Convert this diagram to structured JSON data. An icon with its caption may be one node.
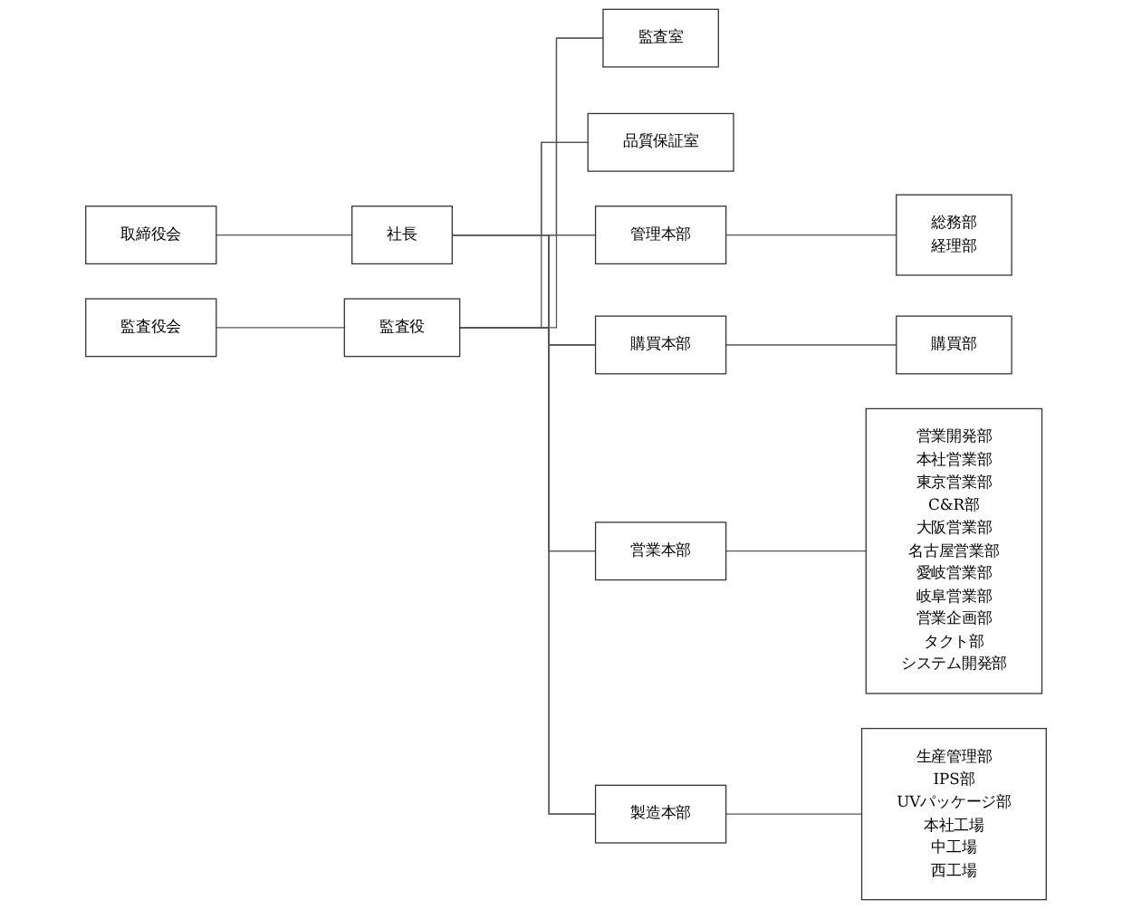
{
  "diagram": {
    "nodes": [
      {
        "text": [
          "取締役会"
        ]
      },
      {
        "text": [
          "社長"
        ]
      },
      {
        "text": [
          "監査役会"
        ]
      },
      {
        "text": [
          "監査役"
        ]
      },
      {
        "text": [
          "監査室"
        ]
      },
      {
        "text": [
          "品質保証室"
        ]
      },
      {
        "text": [
          "管理本部"
        ]
      },
      {
        "text": [
          "購買本部"
        ]
      },
      {
        "text": [
          "営業本部"
        ]
      },
      {
        "text": [
          "製造本部"
        ]
      },
      {
        "text": [
          "総務部",
          "経理部"
        ]
      },
      {
        "text": [
          "購買部"
        ]
      },
      {
        "text": [
          "営業開発部",
          "本社営業部",
          "東京営業部",
          "C&R部",
          "大阪営業部",
          "名古屋営業部",
          "愛岐営業部",
          "岐阜営業部",
          "営業企画部",
          "タクト部",
          "システム開発部"
        ]
      },
      {
        "text": [
          "生産管理部",
          "IPS部",
          "UVパッケージ部",
          "本社工場",
          "中工場",
          "西工場"
        ]
      }
    ],
    "edges": [
      {
        "from": 0,
        "to": 1,
        "arrow": "none"
      },
      {
        "from": 2,
        "to": 3,
        "arrow": "none"
      },
      {
        "from": 1,
        "to": 4,
        "arrow": "none"
      },
      {
        "from": 1,
        "to": 5,
        "arrow": "none"
      },
      {
        "from": 1,
        "to": 6,
        "arrow": "none"
      },
      {
        "from": 1,
        "to": 7,
        "arrow": "none"
      },
      {
        "from": 1,
        "to": 8,
        "arrow": "none"
      },
      {
        "from": 1,
        "to": 9,
        "arrow": "none"
      },
      {
        "from": 3,
        "to": 4,
        "arrow": "none"
      },
      {
        "from": 3,
        "to": 5,
        "arrow": "none"
      },
      {
        "from": 3,
        "to": 6,
        "arrow": "none"
      },
      {
        "from": 3,
        "to": 7,
        "arrow": "none"
      },
      {
        "from": 3,
        "to": 8,
        "arrow": "none"
      },
      {
        "from": 3,
        "to": 9,
        "arrow": "none"
      },
      {
        "from": 6,
        "to": 10,
        "arrow": "none"
      },
      {
        "from": 7,
        "to": 11,
        "arrow": "none"
      },
      {
        "from": 8,
        "to": 12,
        "arrow": "none"
      },
      {
        "from": 9,
        "to": 13,
        "arrow": "none"
      }
    ]
  }
}
